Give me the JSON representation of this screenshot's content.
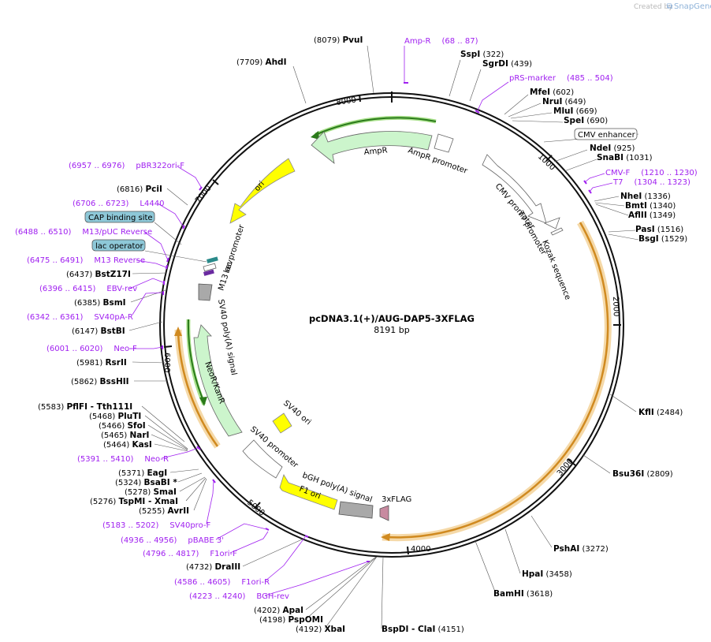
{
  "header": {
    "credit_prefix": "Created by",
    "credit_brand": "SnapGene"
  },
  "plasmid": {
    "name": "pcDNA3.1(+)/AUG-DAP5-3XFLAG",
    "length_label": "8191 bp"
  },
  "ticks": [
    "1000",
    "2000",
    "3000",
    "4000",
    "5000",
    "6000",
    "7000",
    "8000"
  ],
  "enzymes": [
    {
      "pos": "(8079)",
      "name": "PvuI"
    },
    {
      "pos": "(7709)",
      "name": "AhdI"
    },
    {
      "pos": "(322)",
      "name": "SspI"
    },
    {
      "pos": "(439)",
      "name": "SgrDI"
    },
    {
      "pos": "(602)",
      "name": "MfeI"
    },
    {
      "pos": "(649)",
      "name": "NruI"
    },
    {
      "pos": "(669)",
      "name": "MluI"
    },
    {
      "pos": "(690)",
      "name": "SpeI"
    },
    {
      "pos": "(925)",
      "name": "NdeI"
    },
    {
      "pos": "(1031)",
      "name": "SnaBI"
    },
    {
      "pos": "(1336)",
      "name": "NheI"
    },
    {
      "pos": "(1340)",
      "name": "BmtI"
    },
    {
      "pos": "(1349)",
      "name": "AflII"
    },
    {
      "pos": "(1516)",
      "name": "PasI"
    },
    {
      "pos": "(1529)",
      "name": "BsgI"
    },
    {
      "pos": "(2484)",
      "name": "KflI"
    },
    {
      "pos": "(2809)",
      "name": "Bsu36I"
    },
    {
      "pos": "(3272)",
      "name": "PshAI"
    },
    {
      "pos": "(3458)",
      "name": "HpaI"
    },
    {
      "pos": "(3618)",
      "name": "BamHI"
    },
    {
      "pos": "(4151)",
      "name": "BspDI - ClaI"
    },
    {
      "pos": "(4192)",
      "name": "XbaI"
    },
    {
      "pos": "(4198)",
      "name": "PspOMI"
    },
    {
      "pos": "(4202)",
      "name": "ApaI"
    },
    {
      "pos": "(4732)",
      "name": "DraIII"
    },
    {
      "pos": "(5255)",
      "name": "AvrII"
    },
    {
      "pos": "(5276)",
      "name": "TspMI - XmaI"
    },
    {
      "pos": "(5278)",
      "name": "SmaI"
    },
    {
      "pos": "(5324)",
      "name": "BsaBI *"
    },
    {
      "pos": "(5371)",
      "name": "EagI"
    },
    {
      "pos": "(5464)",
      "name": "KasI"
    },
    {
      "pos": "(5465)",
      "name": "NarI"
    },
    {
      "pos": "(5466)",
      "name": "SfoI"
    },
    {
      "pos": "(5468)",
      "name": "PluTI"
    },
    {
      "pos": "(5583)",
      "name": "PflFI - Tth111I"
    },
    {
      "pos": "(5862)",
      "name": "BssHII"
    },
    {
      "pos": "(5981)",
      "name": "RsrII"
    },
    {
      "pos": "(6147)",
      "name": "BstBI"
    },
    {
      "pos": "(6385)",
      "name": "BsmI"
    },
    {
      "pos": "(6437)",
      "name": "BstZ17I"
    },
    {
      "pos": "(6816)",
      "name": "PciI"
    }
  ],
  "primers": [
    {
      "name": "Amp-R",
      "range": "(68 .. 87)"
    },
    {
      "name": "pRS-marker",
      "range": "(485 .. 504)"
    },
    {
      "name": "CMV-F",
      "range": "(1210 .. 1230)"
    },
    {
      "name": "T7",
      "range": "(1304 .. 1323)"
    },
    {
      "name": "pBR322ori-F",
      "range": "(6957 .. 6976)"
    },
    {
      "name": "L4440",
      "range": "(6706 .. 6723)"
    },
    {
      "name": "M13/pUC Reverse",
      "range": "(6488 .. 6510)"
    },
    {
      "name": "M13 Reverse",
      "range": "(6475 .. 6491)"
    },
    {
      "name": "EBV-rev",
      "range": "(6396 .. 6415)"
    },
    {
      "name": "SV40pA-R",
      "range": "(6342 .. 6361)"
    },
    {
      "name": "Neo-F",
      "range": "(6001 .. 6020)"
    },
    {
      "name": "Neo-R",
      "range": "(5391 .. 5410)"
    },
    {
      "name": "SV40pro-F",
      "range": "(5183 .. 5202)"
    },
    {
      "name": "pBABE 3'",
      "range": "(4936 .. 4956)"
    },
    {
      "name": "F1ori-F",
      "range": "(4796 .. 4817)"
    },
    {
      "name": "F1ori-R",
      "range": "(4586 .. 4605)"
    },
    {
      "name": "BGH-rev",
      "range": "(4223 .. 4240)"
    }
  ],
  "boxed_features": [
    "CMV enhancer",
    "CAP binding site",
    "lac operator"
  ],
  "feature_labels": {
    "ampr": "AmpR",
    "ampr_promoter": "AmpR promoter",
    "ori": "ori",
    "cmv_promoter": "CMV promoter",
    "t7_promoter": "T7 promoter",
    "kozak": "Kozak sequence",
    "lac_promoter": "lac promoter",
    "m13_rev": "M13 rev",
    "sv40_polya": "SV40 poly(A) signal",
    "neor": "NeoR/KanR",
    "sv40_ori": "SV40 ori",
    "sv40_promoter": "SV40 promoter",
    "bgh_polya": "bGH poly(A) signal",
    "f1_ori": "F1 ori",
    "flag": "3xFLAG"
  },
  "colors": {
    "backbone": "#111111",
    "primer": "#a020f0",
    "ampr_fill": "#ccf5cc",
    "ori_fill": "#ffff00",
    "cds_orange": "#e8a040",
    "operator_fill": "#8ec8d8",
    "promoter_fill": "#ffffff",
    "polya_fill": "#a9a9a9",
    "flag_fill": "#c88aa0"
  }
}
